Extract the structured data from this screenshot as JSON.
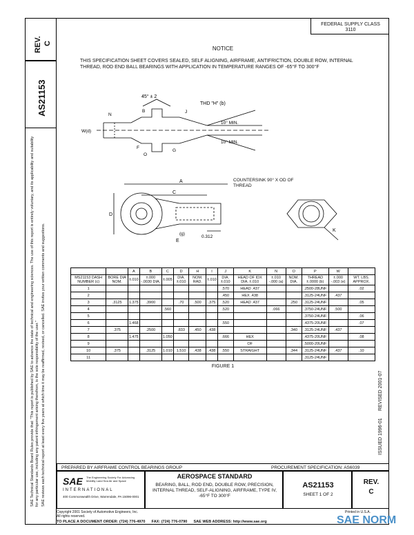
{
  "header": {
    "rev_label": "REV.",
    "rev_value": "C",
    "doc_number": "AS21153",
    "fsc_title": "FEDERAL SUPPLY CLASS",
    "fsc_value": "3110"
  },
  "notice": {
    "title": "NOTICE",
    "text": "THIS SPECIFICATION SHEET COVERS SEALED, SELF ALIGNING, AIRFRAME, ANTIFRICTION, DOUBLE ROW, INTERNAL THREAD, ROD END BALL BEARINGS WITH APPLICATION IN TEMPERATURE RANGES OF -65°F TO 300°F"
  },
  "left_margin_text": {
    "line1": "SAE Technical Standards Board Rules provide that: \"This report is published by SAE to advance the state of technical and engineering sciences. The use of this report is entirely voluntary, and its applicability and suitability for any particular use, including any patent infringement arising therefrom, is the sole responsibility of the user.\"",
    "line2": "SAE reviews each technical report at least every five years at which time it may be reaffirmed, revised, or cancelled. SAE invites your written comments and suggestions."
  },
  "drawing1": {
    "angle": "45° ± 2",
    "thd": "THD \"H\" (b)",
    "min1": "10° MIN.",
    "min2": "10° MIN.",
    "labels": [
      "B",
      "N",
      "W(d)",
      "J",
      "O",
      "F",
      "G"
    ]
  },
  "drawing2": {
    "countersink": "COUNTERSINK 90° X OD OF THREAD",
    "dim_a": "A",
    "dim_c": "C",
    "dim_d": "D",
    "dim_e": "E",
    "dim_g": "(g)",
    "dim_k": "K",
    "dim_312": "0.312"
  },
  "table": {
    "top_letters": [
      "",
      "",
      "A",
      "B",
      "C",
      "D",
      "H",
      "I",
      "J",
      "K",
      "N",
      "O",
      "P",
      "W",
      ""
    ],
    "headers": [
      "MS21153 DASH NUMBER (c)",
      "BORE DIA NOM.",
      "±.010",
      "±.000 -.0030 DIA.",
      "±.005",
      "DIA. ±.010",
      "NOM. RAD.",
      "±.010",
      "DIA. ±.010",
      "HEAD OF IDX DIA. ±.010",
      "±.010 -.000 (a)",
      "NOM. DIA.",
      "THREAD ±.0000 (b)",
      "±.000 -.003 (e)",
      "WT. LBS. APPROX."
    ],
    "rows": [
      [
        "1",
        "",
        "",
        "",
        "",
        "",
        "",
        "",
        ".570",
        "HEAD .437",
        "",
        "",
        ".2500-28UNF",
        "",
        ".02"
      ],
      [
        "2",
        "",
        "",
        "",
        "",
        "",
        "",
        "",
        ".450",
        "HEX .438",
        "",
        "",
        ".3125-24UNF",
        ".437",
        ""
      ],
      [
        "3",
        ".3125",
        "1.375",
        ".3900",
        "",
        ".70",
        ".500",
        ".375",
        ".520",
        "HEAD .437",
        "",
        ".250",
        ".3125-24UNF",
        "",
        ".05"
      ],
      [
        "4",
        "",
        "",
        "",
        ".560",
        "",
        "",
        "",
        ".520",
        "",
        ".066",
        "",
        ".3750-24UNF",
        ".500",
        ""
      ],
      [
        "5",
        "",
        "",
        "",
        "",
        "",
        "",
        "",
        "",
        "",
        "",
        "",
        ".3750-24UNF",
        "",
        ".06"
      ],
      [
        "6",
        "",
        "1.468",
        "",
        "",
        "",
        "",
        "",
        ".550",
        "",
        "",
        "",
        ".4375-20UNF",
        "",
        ".07"
      ],
      [
        "7",
        ".375",
        "",
        ".2500",
        "",
        ".833",
        ".450",
        ".438",
        "",
        "",
        "",
        ".340",
        ".3125-24UNF",
        ".437",
        ""
      ],
      [
        "8",
        "",
        "1.475",
        "",
        "1.050",
        "",
        "",
        "",
        ".666",
        "HEX",
        "",
        "",
        ".4375-20UNF",
        "",
        ".08"
      ],
      [
        "9",
        "",
        "",
        "",
        "",
        "",
        "",
        "",
        "",
        "OF",
        "",
        "",
        ".5000-20UNF",
        "",
        ""
      ],
      [
        "10",
        ".375",
        "",
        ".3125",
        "1.010",
        "1.510",
        ".438",
        ".438",
        ".550",
        "STRAIGHT",
        "",
        ".344",
        ".3125-24UNF",
        ".437",
        ".10"
      ],
      [
        "11",
        "",
        "",
        "",
        "",
        "",
        "",
        "",
        "",
        "",
        "",
        "",
        ".3125-24UNF",
        "",
        ""
      ]
    ]
  },
  "figure_label": "FIGURE 1",
  "right_margin": {
    "revised": "REVISED 2001-07",
    "issued": "ISSUED 1996-01"
  },
  "footer": {
    "prepared_by": "PREPARED BY AIRFRAME CONTROL BEARINGS GROUP",
    "procurement": "PROCUREMENT SPECIFICATION: AS6039",
    "aerospace_standard": "AEROSPACE STANDARD",
    "title": "BEARING, BALL, ROD END, DOUBLE ROW, PRECISION, INTERNAL THREAD, SELF-ALIGNING, AIRFRAME, TYPE IV, -65°F TO 300°F",
    "doc_number": "AS21153",
    "sheet": "SHEET 1 OF 2",
    "rev_label": "REV.",
    "rev_value": "C",
    "sae_name": "SAE",
    "sae_tagline": "The Engineering Society For Advancing Mobility Land Sea Air and Space",
    "international": "INTERNATIONAL",
    "address": "400 Commonwealth Drive, Warrendale, PA 15096-0001",
    "copyright": "Copyright 2001 Society of Automotive Engineers, Inc.",
    "rights": "All rights reserved.",
    "printed": "Printed in U.S.A.",
    "order_label": "TO PLACE A DOCUMENT ORDER:",
    "order_phone": "(724) 776-4970",
    "fax_label": "FAX:",
    "fax": "(724) 776-0790",
    "web_label": "SAE WEB ADDRESS:",
    "web": "http://www.sae.org"
  },
  "watermark": {
    "text": "SAE NORM"
  }
}
